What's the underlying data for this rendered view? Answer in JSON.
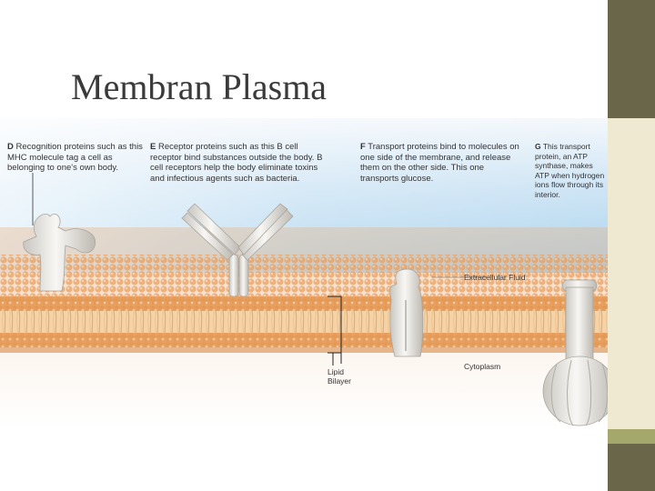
{
  "slide": {
    "title": "Membran Plasma"
  },
  "figure": {
    "captions": [
      {
        "letter": "D",
        "text": "Recognition proteins such as this MHC molecule tag a cell as belonging to one's own body."
      },
      {
        "letter": "E",
        "text": "Receptor proteins such as this B cell receptor bind substances outside the body. B cell receptors help the body eliminate toxins and infectious agents such as bacteria."
      },
      {
        "letter": "F",
        "text": "Transport proteins bind to molecules on one side of the membrane, and release them on the other side. This one transports glucose."
      },
      {
        "letter": "G",
        "text": "This transport protein, an ATP synthase, makes ATP when hydrogen ions flow through its interior."
      }
    ],
    "labels": {
      "extracellular": "Extracellular Fluid",
      "cytoplasm": "Cytoplasm",
      "lipid_bilayer": "Lipid Bilayer"
    }
  },
  "colors": {
    "sidebar_dark": "#6a6649",
    "sidebar_light": "#efe9d2",
    "sidebar_accent": "#a4a86a",
    "fluid_blue": "#a9d3ee",
    "membrane_orange": "#e49a55"
  }
}
